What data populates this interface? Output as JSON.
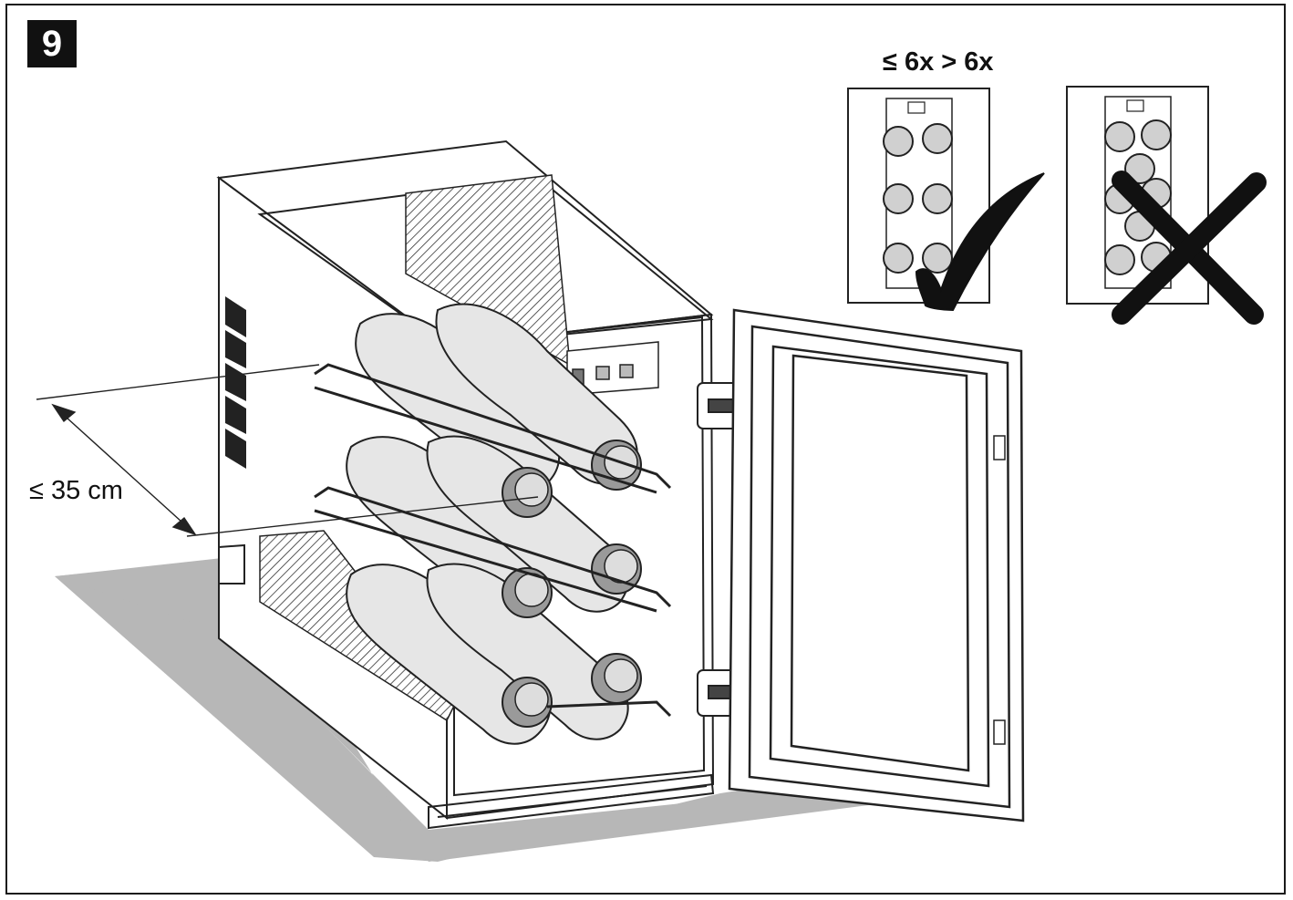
{
  "figure": {
    "step_number": "9",
    "dimension_label": "≤ 35 cm",
    "comparison_label": "≤ 6x > 6x",
    "ok_icon": "checkmark-icon",
    "not_ok_icon": "cross-icon"
  }
}
